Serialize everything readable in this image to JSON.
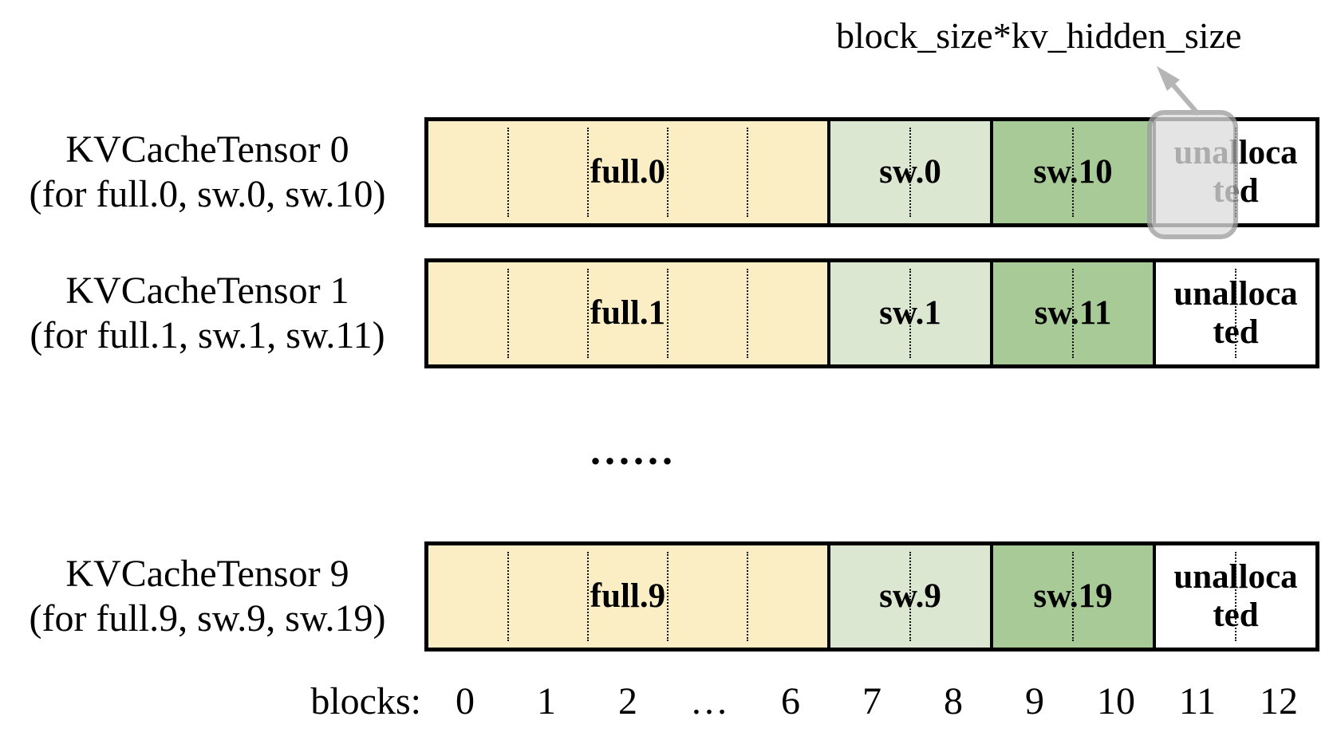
{
  "annotation": {
    "label": "block_size*kv_hidden_size"
  },
  "rows": [
    {
      "name": "KVCacheTensor 0",
      "scope": "(for full.0, sw.0, sw.10)",
      "full_label": "full.0",
      "sw_low_label": "sw.0",
      "sw_high_label": "sw.10",
      "unallocated_line1": "unalloca",
      "unallocated_line2": "ted"
    },
    {
      "name": "KVCacheTensor 1",
      "scope": "(for full.1, sw.1, sw.11)",
      "full_label": "full.1",
      "sw_low_label": "sw.1",
      "sw_high_label": "sw.11",
      "unallocated_line1": "unalloca",
      "unallocated_line2": "ted"
    },
    {
      "name": "KVCacheTensor 9",
      "scope": "(for full.9, sw.9, sw.19)",
      "full_label": "full.9",
      "sw_low_label": "sw.9",
      "sw_high_label": "sw.19",
      "unallocated_line1": "unalloca",
      "unallocated_line2": "ted"
    }
  ],
  "ellipsis": "......",
  "axis": {
    "label": "blocks:",
    "ticks": [
      "0",
      "1",
      "2",
      "…",
      "6",
      "7",
      "8",
      "9",
      "10",
      "11",
      "12"
    ]
  },
  "colors": {
    "full": "#FBEEC5",
    "sw_low": "#DBE7D1",
    "sw_high": "#A8CA97",
    "unallocated": "#FFFFFF",
    "highlight_fill": "#DDDDDD",
    "highlight_border": "#9E9E9E",
    "arrow": "#B5B5B5"
  }
}
